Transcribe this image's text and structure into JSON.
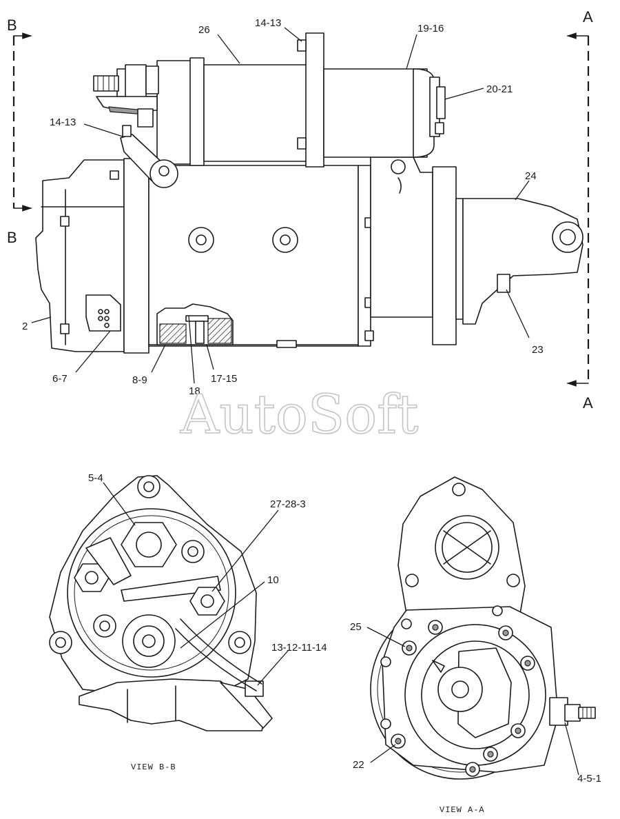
{
  "callouts": {
    "c26": "26",
    "c14_13_top": "14-13",
    "c19_16": "19-16",
    "c20_21": "20-21",
    "c14_13_left": "14-13",
    "c24": "24",
    "c2": "2",
    "c23": "23",
    "c6_7": "6-7",
    "c8_9": "8-9",
    "c18": "18",
    "c17_15": "17-15",
    "c5_4": "5-4",
    "c27_28_3": "27-28-3",
    "c10": "10",
    "c13_12_11_14": "13-12-11-14",
    "c25": "25",
    "c22": "22",
    "c4_5_1": "4-5-1"
  },
  "section_markers": {
    "b_top": "B",
    "b_bottom": "B",
    "a_top": "A",
    "a_bottom": "A"
  },
  "views": {
    "view_b": "VIEW B-B",
    "view_a": "VIEW A-A"
  },
  "watermark": "AutoSoft"
}
